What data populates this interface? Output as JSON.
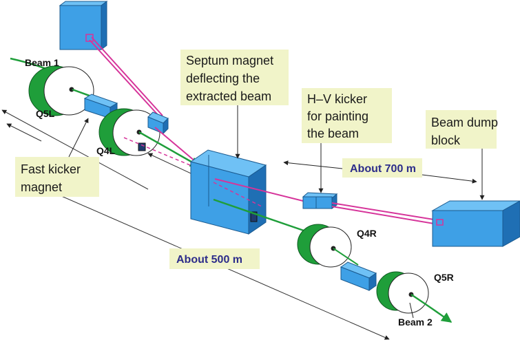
{
  "labels": {
    "beam1": "Beam 1",
    "beam2": "Beam 2",
    "q5l": "Q5L",
    "q4l": "Q4L",
    "q4r": "Q4R",
    "q5r": "Q5R"
  },
  "callouts": {
    "septum": [
      "Septum magnet",
      "deflecting the",
      "extracted beam"
    ],
    "kicker_hv": [
      "H–V kicker",
      "for painting",
      "the beam"
    ],
    "dump": [
      "Beam dump",
      "block"
    ],
    "fast_kicker": [
      "Fast kicker",
      "magnet"
    ]
  },
  "distances": {
    "about_700": "About 700 m",
    "about_500": "About 500 m"
  },
  "colors": {
    "magnet_blue": "#3ea0e6",
    "magnet_dark": "#1f6fb4",
    "quad_green": "#1f9e3a",
    "beam_magenta": "#d6349a",
    "beam_green": "#1f9e3a",
    "callout_bg": "#f1f4c9"
  }
}
